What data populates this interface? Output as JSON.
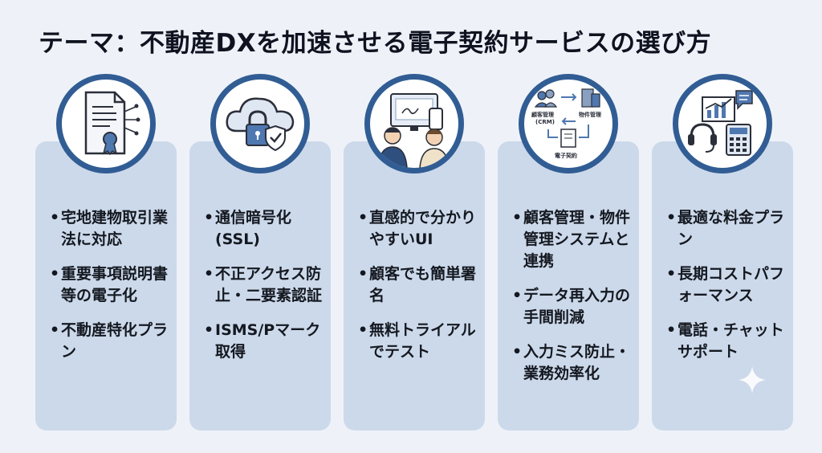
{
  "title": "テーマ：不動産DXを加速させる電子契約サービスの選び方",
  "cards": [
    {
      "icon": "contract-document-icon",
      "items": [
        "宅地建物取引業法に対応",
        "重要事項説明書等の電子化",
        "不動産特化プラン"
      ]
    },
    {
      "icon": "cloud-lock-security-icon",
      "items": [
        "通信暗号化(SSL)",
        "不正アクセス防止・二要素認証",
        "ISMS/Pマーク取得"
      ]
    },
    {
      "icon": "users-signing-devices-icon",
      "items": [
        "直感的で分かりやすいUI",
        "顧客でも簡単署名",
        "無料トライアルでテスト"
      ]
    },
    {
      "icon": "system-integration-diagram-icon",
      "items": [
        "顧客管理・物件管理システムと連携",
        "データ再入力の手間削減",
        "入力ミス防止・業務効率化"
      ]
    },
    {
      "icon": "cost-support-icon",
      "items": [
        "最適な料金プラン",
        "長期コストパフォーマンス",
        "電話・チャットサポート"
      ]
    }
  ],
  "diagram": {
    "crm_label": "顧客管理",
    "crm_sub": "(CRM)",
    "property_label": "物件管理",
    "contract_label": "電子契約"
  },
  "colors": {
    "card": "#ccd9ea",
    "ring": "#315d94",
    "background": "#eef2f8"
  }
}
